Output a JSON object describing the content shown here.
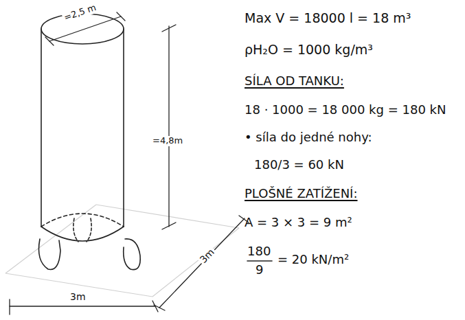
{
  "diagram": {
    "labels": [
      "=2,5 m",
      "=4,8m",
      "3m",
      "3m",
      "Max V = 18000 l = 18 m³",
      "ρH₂O = 1000 kg/m³",
      "SÍLA OD TANKU:",
      "18 · 1000 = 18 000 kg = 180 kN",
      "• síla do jedné nohy:",
      "180/3 = 60 kN",
      "PLOŠNÉ ZATÍŽENÍ:",
      "A = 3 × 3 = 9 m²",
      "180",
      "9",
      "= 20 kN/m²"
    ]
  }
}
